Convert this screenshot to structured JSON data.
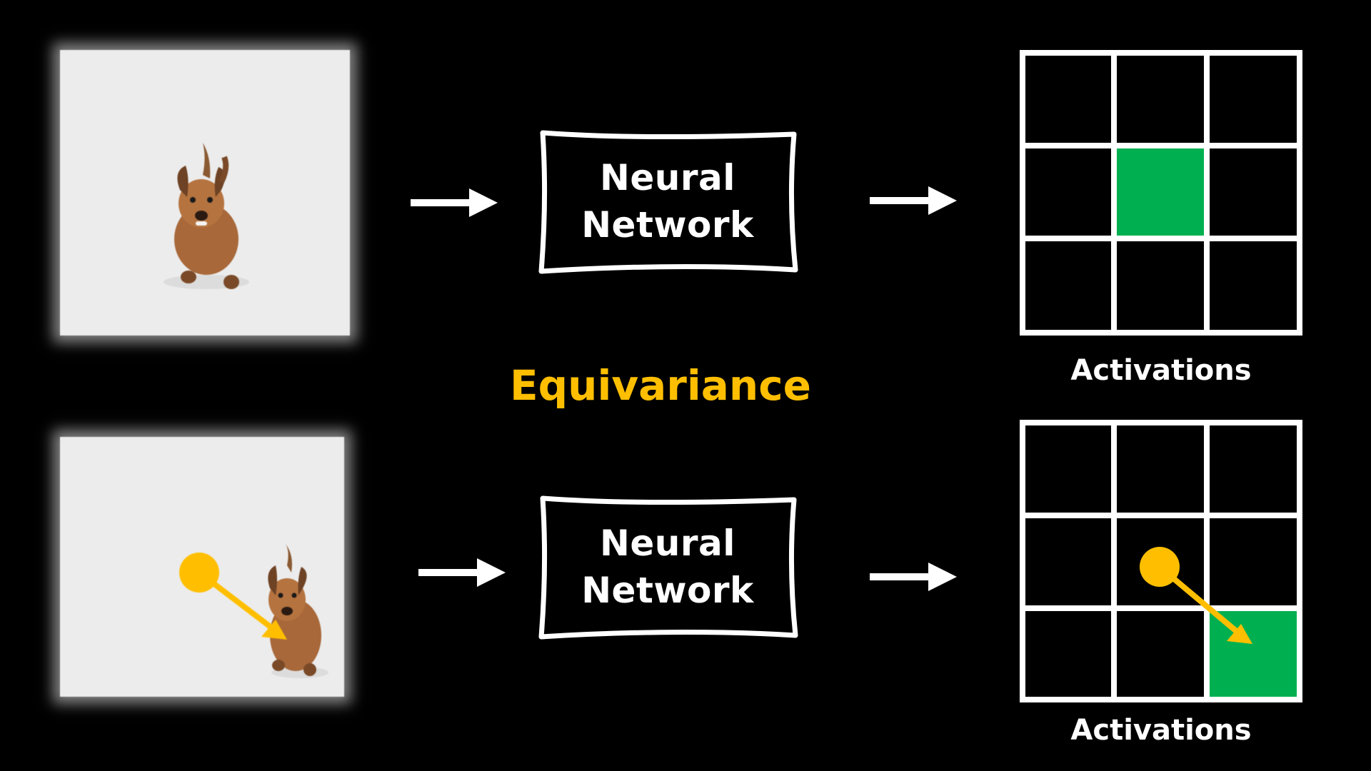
{
  "title": "Equivariance",
  "colors": {
    "background": "#000000",
    "accent": "#ffbf00",
    "activation": "#00b050",
    "stroke": "#ffffff",
    "photo_bg": "#ececec"
  },
  "rows": [
    {
      "input_image": "running-dog-photo",
      "network_label_line1": "Neural",
      "network_label_line2": "Network",
      "grid": {
        "rows": 3,
        "cols": 3,
        "active_cell": [
          1,
          1
        ]
      },
      "caption": "Activations"
    },
    {
      "input_image": "running-dog-photo-shifted",
      "network_label_line1": "Neural",
      "network_label_line2": "Network",
      "grid": {
        "rows": 3,
        "cols": 3,
        "active_cell": [
          2,
          2
        ]
      },
      "caption": "Activations"
    }
  ],
  "icons": {
    "flow_arrow": "right-arrow-icon",
    "shift_arrow": "shift-arrow-icon"
  }
}
